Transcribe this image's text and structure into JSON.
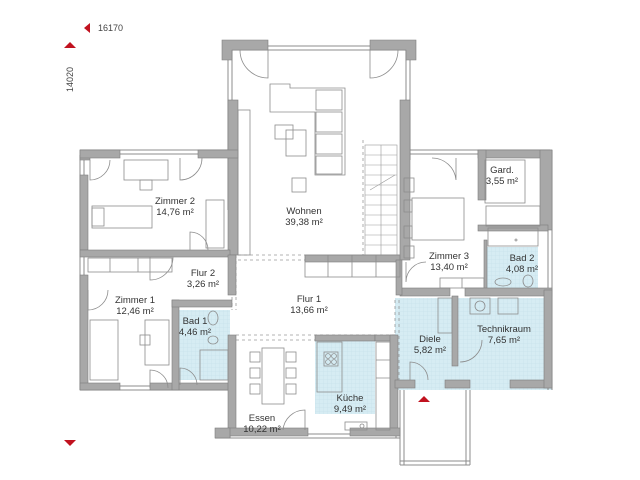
{
  "dimensions": {
    "width_label": "16170",
    "height_label": "14020"
  },
  "colors": {
    "wall": "#a8a8a8",
    "wall_stroke": "#7d7d7d",
    "tile": "#d6ecf3",
    "line": "#8c8c8c",
    "marker": "#c1121f",
    "text": "#333333"
  },
  "rooms": [
    {
      "name": "Wohnen",
      "area": "39,38 m²"
    },
    {
      "name": "Zimmer 2",
      "area": "14,76 m²"
    },
    {
      "name": "Flur 2",
      "area": "3,26 m²"
    },
    {
      "name": "Zimmer 1",
      "area": "12,46 m²"
    },
    {
      "name": "Bad 1",
      "area": "4,46 m²"
    },
    {
      "name": "Flur 1",
      "area": "13,66 m²"
    },
    {
      "name": "Essen",
      "area": "10,22 m²"
    },
    {
      "name": "Küche",
      "area": "9,49 m²"
    },
    {
      "name": "Zimmer 3",
      "area": "13,40 m²"
    },
    {
      "name": "Gard.",
      "area": "3,55 m²"
    },
    {
      "name": "Bad 2",
      "area": "4,08 m²"
    },
    {
      "name": "Diele",
      "area": "5,82 m²"
    },
    {
      "name": "Technikraum",
      "area": "7,65 m²"
    }
  ]
}
